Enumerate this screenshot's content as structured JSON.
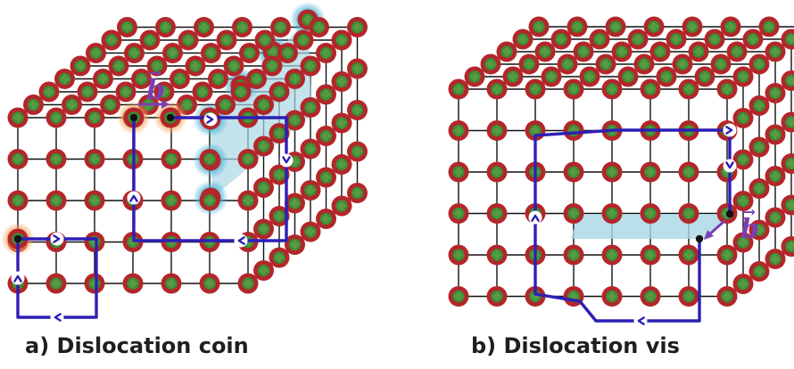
{
  "panels": {
    "edge": {
      "caption": "a) Dislocation coin",
      "burgers_label": "b"
    },
    "screw": {
      "caption": "b) Dislocation vis",
      "burgers_label": "b"
    }
  },
  "colors": {
    "atom_outer": "#b3262a",
    "atom_inner": "#3e8a35",
    "lattice_line": "#111111",
    "burgers_circuit": "#2d1fb5",
    "burgers_vector": "#7b3fb4",
    "dislocation_highlight": "#4fb3d6",
    "extra_plane_fill": "#a9d7e6",
    "start_atom_glow": "#f3a25a"
  },
  "icons": [
    "chevron-right-icon",
    "chevron-up-icon",
    "chevron-down-icon",
    "chevron-left-icon"
  ]
}
